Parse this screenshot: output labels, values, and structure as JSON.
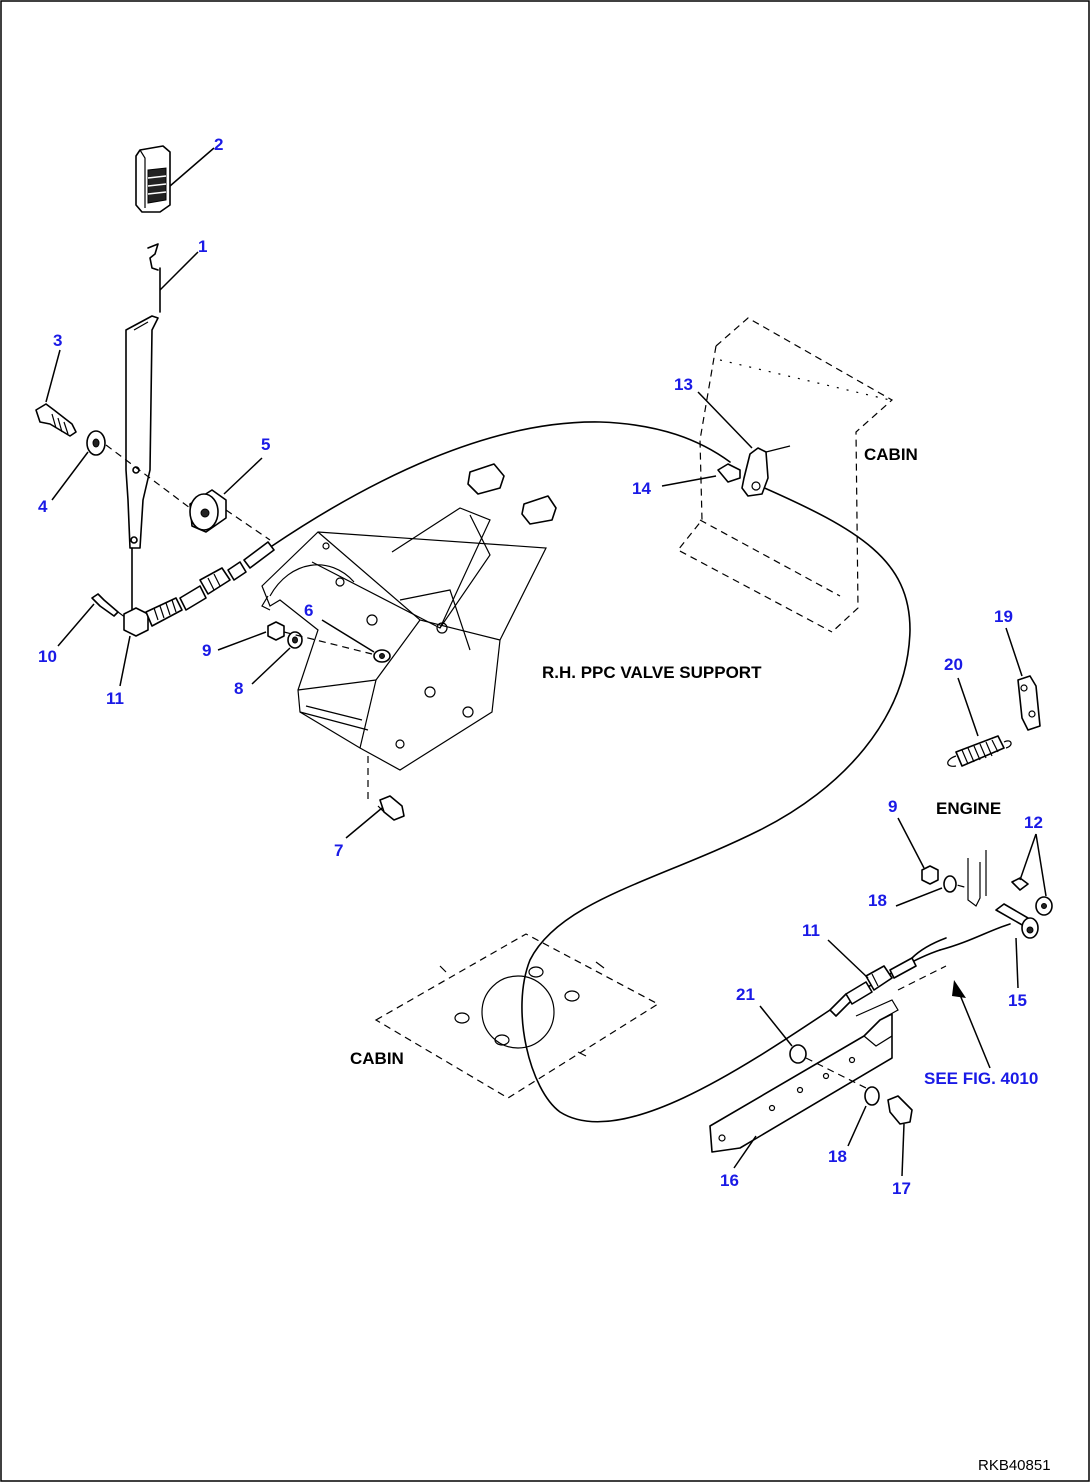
{
  "labels": {
    "cabin_top": "CABIN",
    "cabin_bottom": "CABIN",
    "ppc_support": "R.H. PPC VALVE SUPPORT",
    "engine": "ENGINE",
    "see_fig": "SEE FIG. 4010"
  },
  "drawing_code": "RKB40851",
  "callouts": [
    {
      "id": "c1",
      "text": "1"
    },
    {
      "id": "c2",
      "text": "2"
    },
    {
      "id": "c3",
      "text": "3"
    },
    {
      "id": "c4",
      "text": "4"
    },
    {
      "id": "c5",
      "text": "5"
    },
    {
      "id": "c6",
      "text": "6"
    },
    {
      "id": "c7",
      "text": "7"
    },
    {
      "id": "c8",
      "text": "8"
    },
    {
      "id": "c9a",
      "text": "9"
    },
    {
      "id": "c9b",
      "text": "9"
    },
    {
      "id": "c10",
      "text": "10"
    },
    {
      "id": "c11a",
      "text": "11"
    },
    {
      "id": "c11b",
      "text": "11"
    },
    {
      "id": "c12",
      "text": "12"
    },
    {
      "id": "c13",
      "text": "13"
    },
    {
      "id": "c14",
      "text": "14"
    },
    {
      "id": "c15",
      "text": "15"
    },
    {
      "id": "c16",
      "text": "16"
    },
    {
      "id": "c17",
      "text": "17"
    },
    {
      "id": "c18a",
      "text": "18"
    },
    {
      "id": "c18b",
      "text": "18"
    },
    {
      "id": "c19",
      "text": "19"
    },
    {
      "id": "c20",
      "text": "20"
    },
    {
      "id": "c21",
      "text": "21"
    }
  ]
}
